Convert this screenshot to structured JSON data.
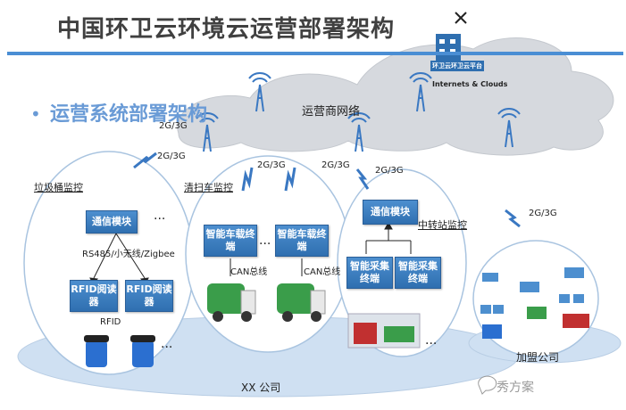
{
  "title": "中国环卫云环境云运营部署架构",
  "subtitle": "运营系统部署架构",
  "bullet": "•",
  "cloud": {
    "platform_label": "环卫云环卫云平台",
    "internet_label": "Internets & Clouds",
    "carrier_network": "运营商网络"
  },
  "network_labels": [
    "2G/3G",
    "2G/3G",
    "2G/3G",
    "2G/3G",
    "2G/3G",
    "2G/3G"
  ],
  "sections": {
    "bin": {
      "label": "垃圾桶监控",
      "comm_module": "通信模块",
      "protocols": "RS485/小无线/Zigbee",
      "rfid_reader_1": "RFID阅读器",
      "rfid_reader_2": "RFID阅读器",
      "rfid": "RFID",
      "ellipsis": "..."
    },
    "truck": {
      "label": "清扫车监控",
      "terminal_1": "智能车载终端",
      "terminal_2": "智能车载终端",
      "can_1": "CAN总线",
      "can_2": "CAN总线",
      "ellipsis": "..."
    },
    "station": {
      "label": "中转站监控",
      "comm_module": "通信模块",
      "collector_1": "智能采集终端",
      "collector_2": "智能采集终端",
      "ellipsis": "..."
    },
    "franchise": {
      "label": "加盟公司"
    }
  },
  "company_label": "XX 公司",
  "watermark": "秀方案",
  "colors": {
    "accent": "#4a8ed4",
    "box": "#2f6fb0",
    "tower": "#3a78c2",
    "ground": "#cfe0f2",
    "cloud": "#d9dde3"
  }
}
